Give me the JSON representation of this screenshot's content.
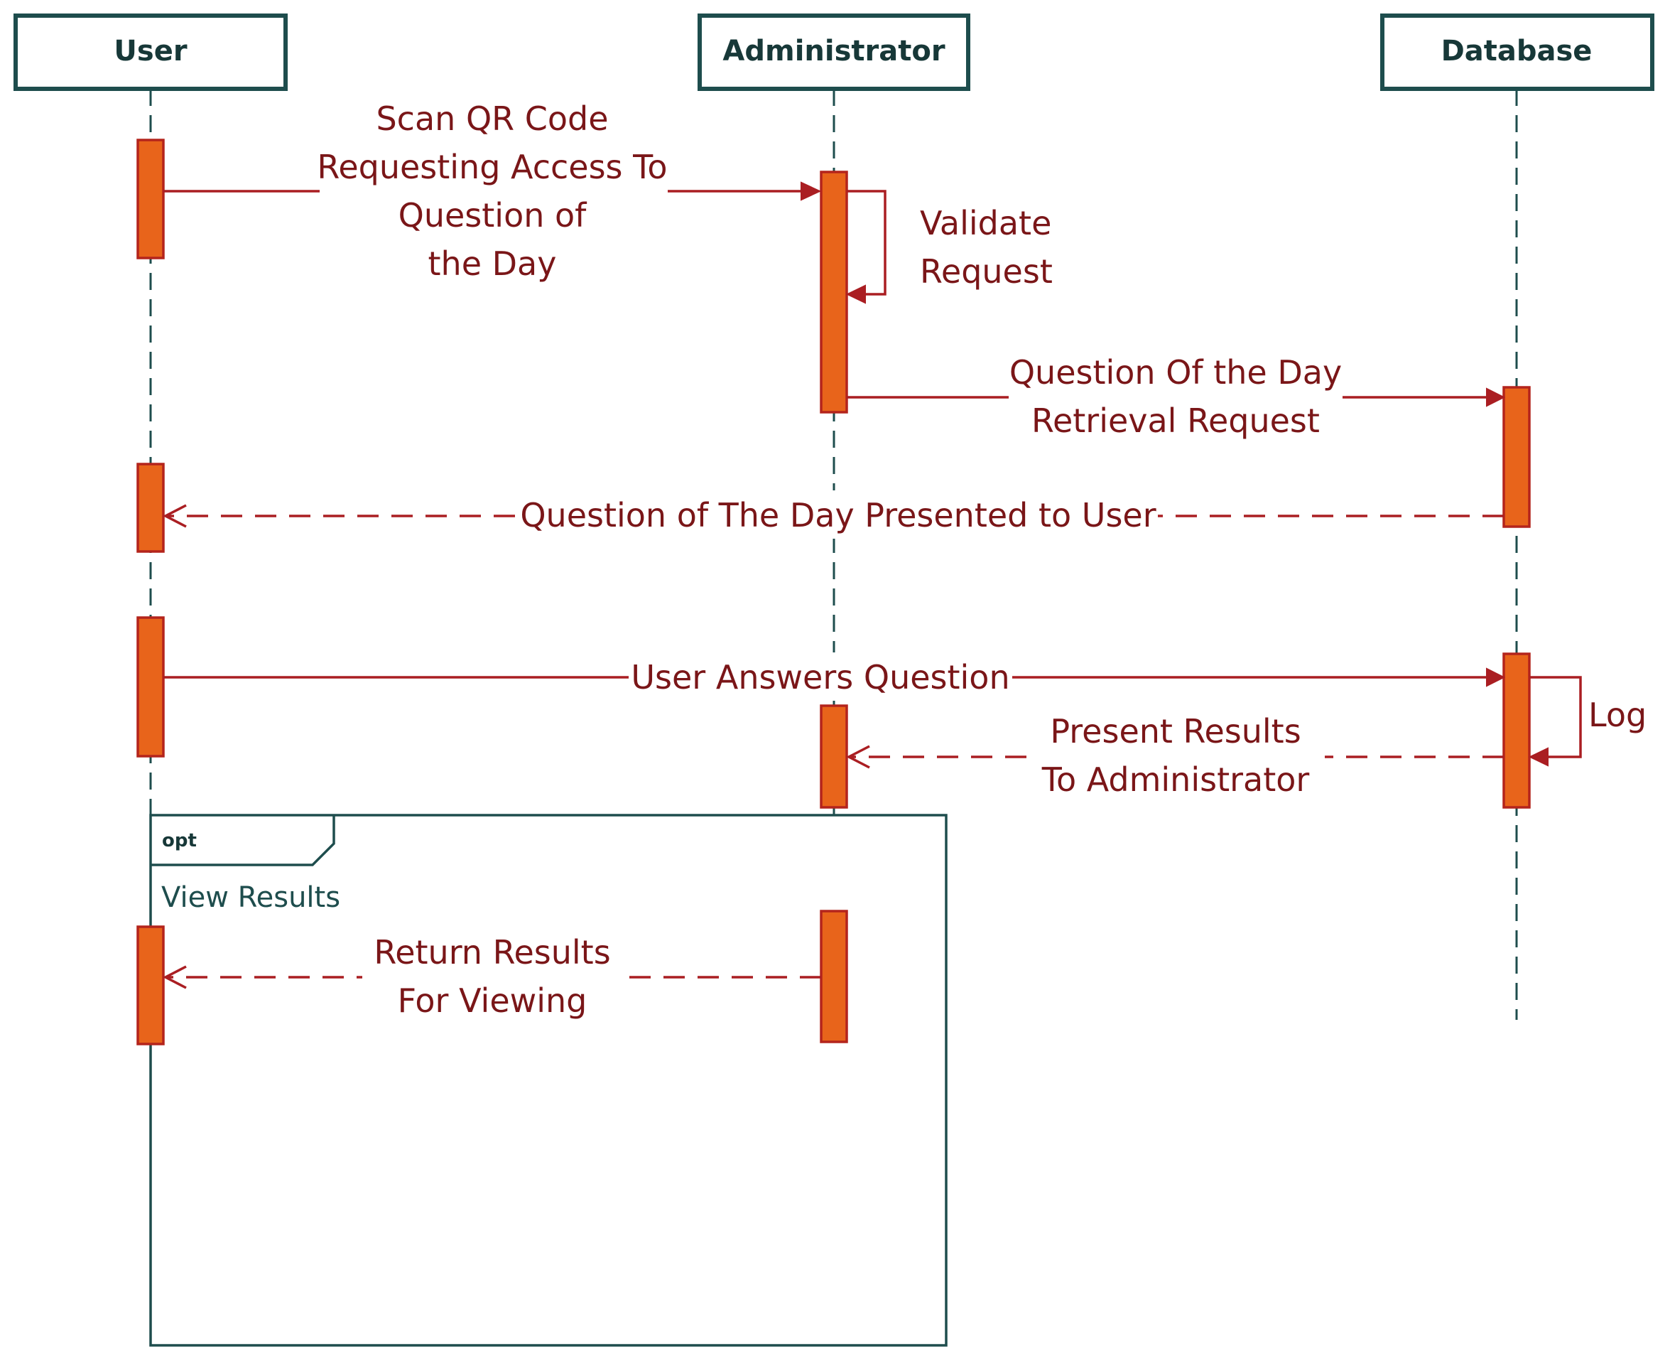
{
  "participants": {
    "user": "User",
    "administrator": "Administrator",
    "database": "Database"
  },
  "messages": {
    "scan_qr": [
      "Scan QR Code",
      "Requesting Access To",
      "Question of",
      "the Day"
    ],
    "validate": [
      "Validate",
      "Request"
    ],
    "retrieval": [
      "Question Of the Day",
      "Retrieval Request"
    ],
    "presented": [
      "Question of The Day Presented to User"
    ],
    "answers": [
      "User Answers Question"
    ],
    "log": [
      "Log"
    ],
    "present_results": [
      "Present Results",
      "To Administrator"
    ],
    "return_results": [
      "Return Results",
      "For Viewing"
    ]
  },
  "fragment": {
    "operator": "opt",
    "guard": "View Results"
  },
  "colors": {
    "actor_border": "#1e4d4d",
    "activation_fill": "#e8641b",
    "activation_border": "#b4241c",
    "message_line": "#aa1e22",
    "message_text": "#7a1618"
  }
}
